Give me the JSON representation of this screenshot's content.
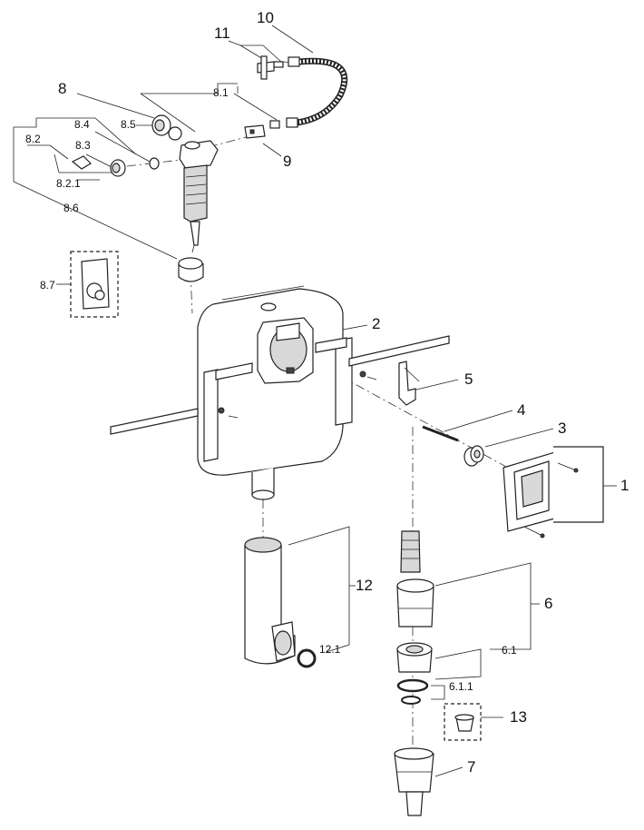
{
  "labels": {
    "l1": "1",
    "l2": "2",
    "l3": "3",
    "l4": "4",
    "l5": "5",
    "l6": "6",
    "l6_1": "6.1",
    "l6_1_1": "6.1.1",
    "l7": "7",
    "l8": "8",
    "l8_1": "8.1",
    "l8_2": "8.2",
    "l8_2_1": "8.2.1",
    "l8_3": "8.3",
    "l8_4": "8.4",
    "l8_5": "8.5",
    "l8_6": "8.6",
    "l8_7": "8.7",
    "l9": "9",
    "l10": "10",
    "l11": "11",
    "l12": "12",
    "l12_1": "12.1",
    "l13": "13"
  },
  "colors": {
    "line": "#222222",
    "fill": "#ffffff",
    "shade": "#d8d8d8"
  }
}
